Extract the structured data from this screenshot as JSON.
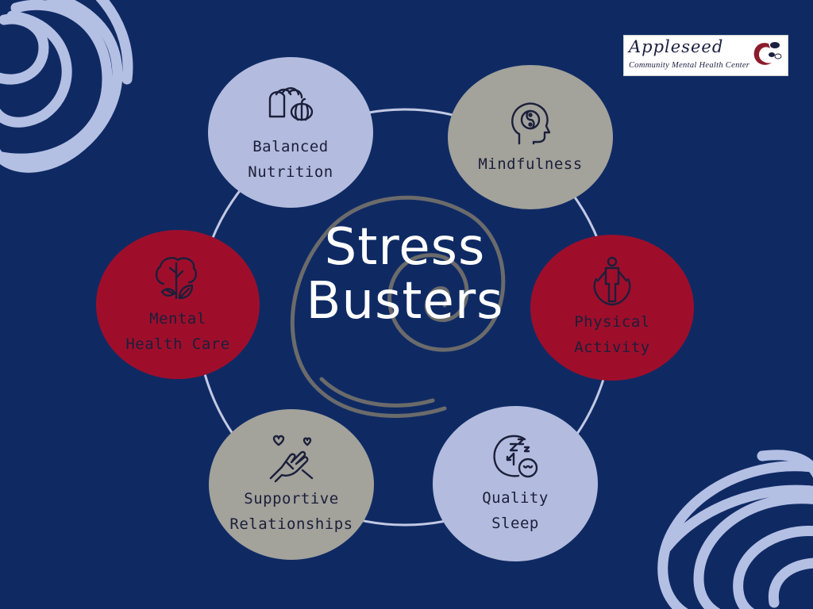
{
  "title": {
    "line1": "Stress",
    "line2": "Busters"
  },
  "logo": {
    "name": "Appleseed",
    "subtitle": "Community Mental Health Center"
  },
  "colors": {
    "background": "#0f2a63",
    "ring": "#c3c9e4",
    "light_blue": "#b3bcde",
    "gray": "#a3a29b",
    "crimson": "#9e0e2b",
    "spiral": "#6b6b6b",
    "scribble": "#b4bfe4",
    "logo_crimson": "#8b1c2c"
  },
  "nodes": [
    {
      "id": "balanced-nutrition",
      "label1": "Balanced",
      "label2": "Nutrition",
      "icon": "bread-pumpkin-icon",
      "fill": "#b3bcde",
      "text": "#1b1f3a"
    },
    {
      "id": "mindfulness",
      "label1": "Mindfulness",
      "label2": "",
      "icon": "head-yin-yang-icon",
      "fill": "#a3a29b",
      "text": "#1b1f3a"
    },
    {
      "id": "physical-activity",
      "label1": "Physical",
      "label2": "Activity",
      "icon": "jump-rope-person-icon",
      "fill": "#9e0e2b",
      "text": "#1b1f3a"
    },
    {
      "id": "quality-sleep",
      "label1": "Quality",
      "label2": "Sleep",
      "icon": "sleep-clock-icon",
      "fill": "#b3bcde",
      "text": "#1b1f3a"
    },
    {
      "id": "supportive-relationships",
      "label1": "Supportive",
      "label2": "Relationships",
      "icon": "holding-hands-icon",
      "fill": "#a3a29b",
      "text": "#1b1f3a"
    },
    {
      "id": "mental-health-care",
      "label1": "Mental",
      "label2": "Health Care",
      "icon": "tree-head-leaves-icon",
      "fill": "#9e0e2b",
      "text": "#1b1f3a"
    }
  ]
}
